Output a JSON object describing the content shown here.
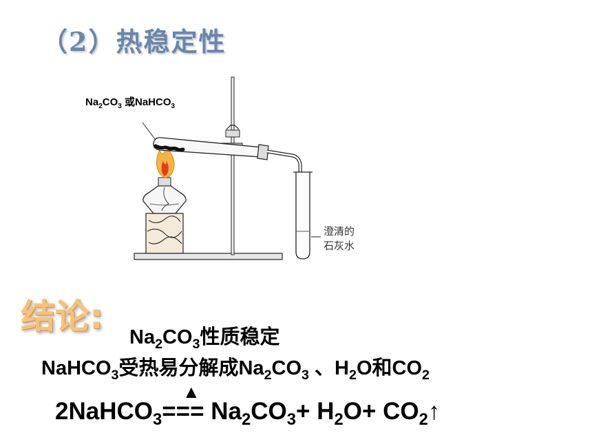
{
  "title": "（2）热稳定性",
  "apparatus_label": {
    "p1": "Na",
    "s1": "2",
    "p2": "CO",
    "s2": "3",
    "p3": " 或NaHCO",
    "s3": "3"
  },
  "diagram_labels": {
    "limewater_line1": "澄清的",
    "limewater_line2": "石灰水"
  },
  "conclusion_heading": "结论:",
  "conclusion_line1": {
    "p1": "Na",
    "s1": "2",
    "p2": "CO",
    "s2": "3",
    "p3": "性质稳定"
  },
  "conclusion_line2": {
    "p1": "NaHCO",
    "s1": "3",
    "p2": "受热易分解成Na",
    "s2": "2",
    "p3": "CO",
    "s3": "3",
    "p4": " 、H",
    "s4": "2",
    "p5": "O和CO",
    "s5": "2"
  },
  "heat_symbol": "▲",
  "equation": {
    "p1": "2NaHCO",
    "s1": "3",
    "p2": "=== Na",
    "s2": "2",
    "p3": "CO",
    "s3": "3",
    "p4": "+ H",
    "s4": "2",
    "p5": "O+ CO",
    "s5": "2",
    "p6": "↑"
  }
}
